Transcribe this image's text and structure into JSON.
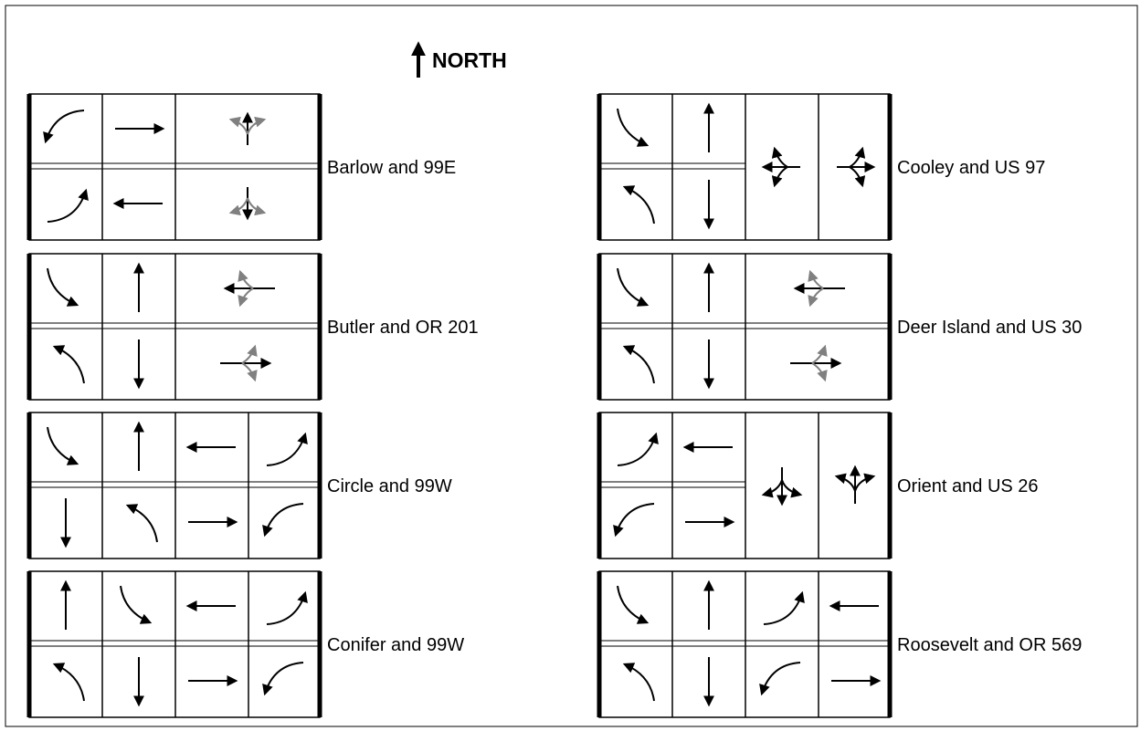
{
  "north_label": "NORTH",
  "colors": {
    "primary_arrow": "#000000",
    "secondary_arrow": "#808080",
    "line": "#000000",
    "background": "#ffffff"
  },
  "diagrams": [
    {
      "label": "Barlow and 99E",
      "cells": [
        [
          "curve_left_down",
          "arrow_right"
        ],
        [
          "curve_right_up",
          "arrow_left"
        ],
        [
          "merge_up_gray"
        ],
        [
          "merge_down_gray"
        ]
      ]
    },
    {
      "label": "Butler and OR 201",
      "cells": [
        [
          "curve_right_down",
          "arrow_up"
        ],
        [
          "curve_left_up",
          "arrow_down"
        ],
        [
          "fork_left_gray"
        ],
        [
          "fork_right_gray"
        ]
      ]
    },
    {
      "label": "Circle and 99W",
      "cells": [
        [
          "curve_right_down",
          "arrow_up"
        ],
        [
          "arrow_down",
          "curve_left_up"
        ],
        [
          "arrow_left",
          "curve_right_up"
        ],
        [
          "arrow_right",
          "curve_left_down"
        ]
      ]
    },
    {
      "label": "Conifer and 99W",
      "cells": [
        [
          "arrow_up",
          "curve_right_down"
        ],
        [
          "curve_left_up",
          "arrow_down"
        ],
        [
          "arrow_left",
          "curve_right_up"
        ],
        [
          "arrow_right",
          "curve_left_down"
        ]
      ]
    },
    {
      "label": "Cooley and US 97",
      "cells": [
        [
          "curve_right_down",
          "arrow_up"
        ],
        [
          "curve_left_up",
          "arrow_down"
        ],
        [
          "fork_left_black_full",
          "fork_right_black_full"
        ]
      ]
    },
    {
      "label": "Deer Island and US 30",
      "cells": [
        [
          "curve_right_down",
          "arrow_up"
        ],
        [
          "curve_left_up",
          "arrow_down"
        ],
        [
          "fork_left_gray"
        ],
        [
          "fork_right_gray"
        ]
      ]
    },
    {
      "label": "Orient and US 26",
      "cells": [
        [
          "curve_right_up",
          "arrow_left"
        ],
        [
          "curve_left_down",
          "arrow_right"
        ],
        [
          "merge_down_black_full",
          "merge_up_black_full"
        ]
      ]
    },
    {
      "label": "Roosevelt and OR 569",
      "cells": [
        [
          "curve_right_down",
          "arrow_up"
        ],
        [
          "curve_left_up",
          "arrow_down"
        ],
        [
          "curve_right_up",
          "arrow_left"
        ],
        [
          "curve_left_down",
          "arrow_right"
        ]
      ]
    }
  ]
}
